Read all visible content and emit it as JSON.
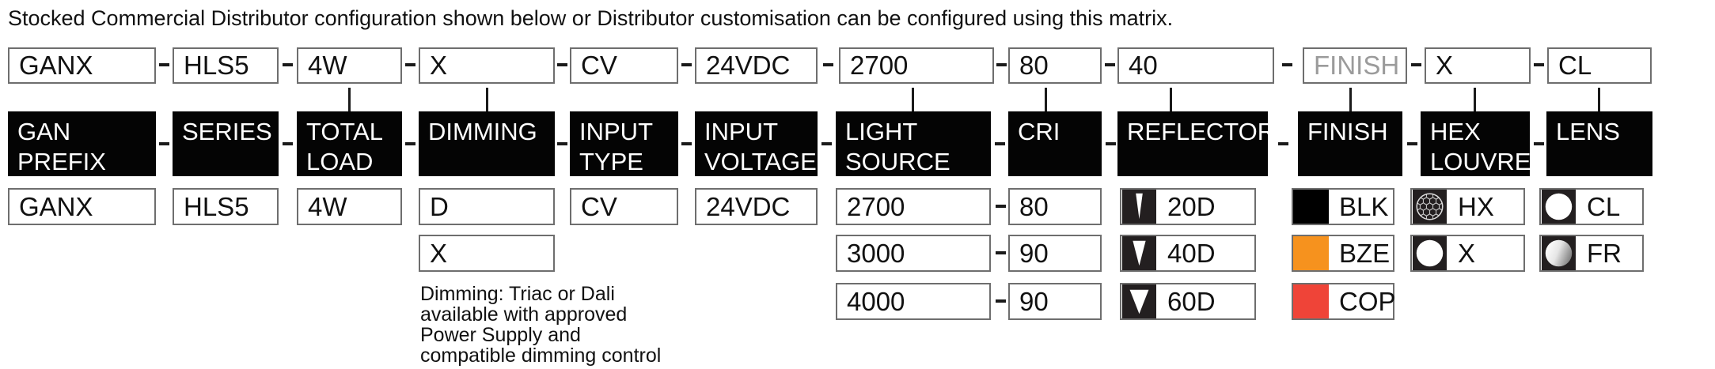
{
  "title": "Stocked Commercial Distributor configuration shown below or Distributor customisation can be configured using this matrix.",
  "columns": [
    {
      "code": "GANX",
      "header": "GAN\nPREFIX",
      "options": [
        {
          "label": "GANX"
        }
      ]
    },
    {
      "code": "HLS5",
      "header": "SERIES",
      "options": [
        {
          "label": "HLS5"
        }
      ]
    },
    {
      "code": "4W",
      "header": "TOTAL\nLOAD",
      "options": [
        {
          "label": "4W"
        }
      ]
    },
    {
      "code": "X",
      "header": "DIMMING",
      "options": [
        {
          "label": "D"
        },
        {
          "label": "X"
        }
      ],
      "note": "Dimming: Triac or Dali\navailable with approved\nPower Supply and\ncompatible dimming control"
    },
    {
      "code": "CV",
      "header": "INPUT\nTYPE",
      "options": [
        {
          "label": "CV"
        }
      ]
    },
    {
      "code": "24VDC",
      "header": "INPUT\nVOLTAGE",
      "options": [
        {
          "label": "24VDC"
        }
      ]
    },
    {
      "code": "2700",
      "header": "LIGHT\nSOURCE (K)",
      "options": [
        {
          "label": "2700"
        },
        {
          "label": "3000"
        },
        {
          "label": "4000"
        }
      ]
    },
    {
      "code": "80",
      "header": "CRI",
      "options": [
        {
          "label": "80"
        },
        {
          "label": "90"
        },
        {
          "label": "90"
        }
      ]
    },
    {
      "code": "40",
      "header": "REFLECTOR",
      "options": [
        {
          "label": "20D",
          "icon": "reflector-beam-20-icon"
        },
        {
          "label": "40D",
          "icon": "reflector-beam-40-icon"
        },
        {
          "label": "60D",
          "icon": "reflector-beam-60-icon"
        }
      ]
    },
    {
      "code": "FINISH",
      "code_is_placeholder": true,
      "header": "FINISH",
      "options": [
        {
          "label": "BLK",
          "swatch": "#000000"
        },
        {
          "label": "BZE",
          "swatch": "#F6921E"
        },
        {
          "label": "COP",
          "swatch": "#EF4438"
        }
      ]
    },
    {
      "code": "X",
      "header": "HEX\nLOUVRE",
      "options": [
        {
          "label": "HX",
          "icon": "hex-louvre-icon"
        },
        {
          "label": "X",
          "icon": "open-circle-icon"
        }
      ]
    },
    {
      "code": "CL",
      "header": "LENS",
      "options": [
        {
          "label": "CL",
          "icon": "clear-lens-icon"
        },
        {
          "label": "FR",
          "icon": "frosted-lens-icon"
        }
      ]
    }
  ],
  "colors": {
    "header_bg": "#040404",
    "icon_bg": "#231F20",
    "placeholder_text": "#9B9B9B",
    "finish_blk": "#000000",
    "finish_bze": "#F6921E",
    "finish_cop": "#EF4438"
  }
}
